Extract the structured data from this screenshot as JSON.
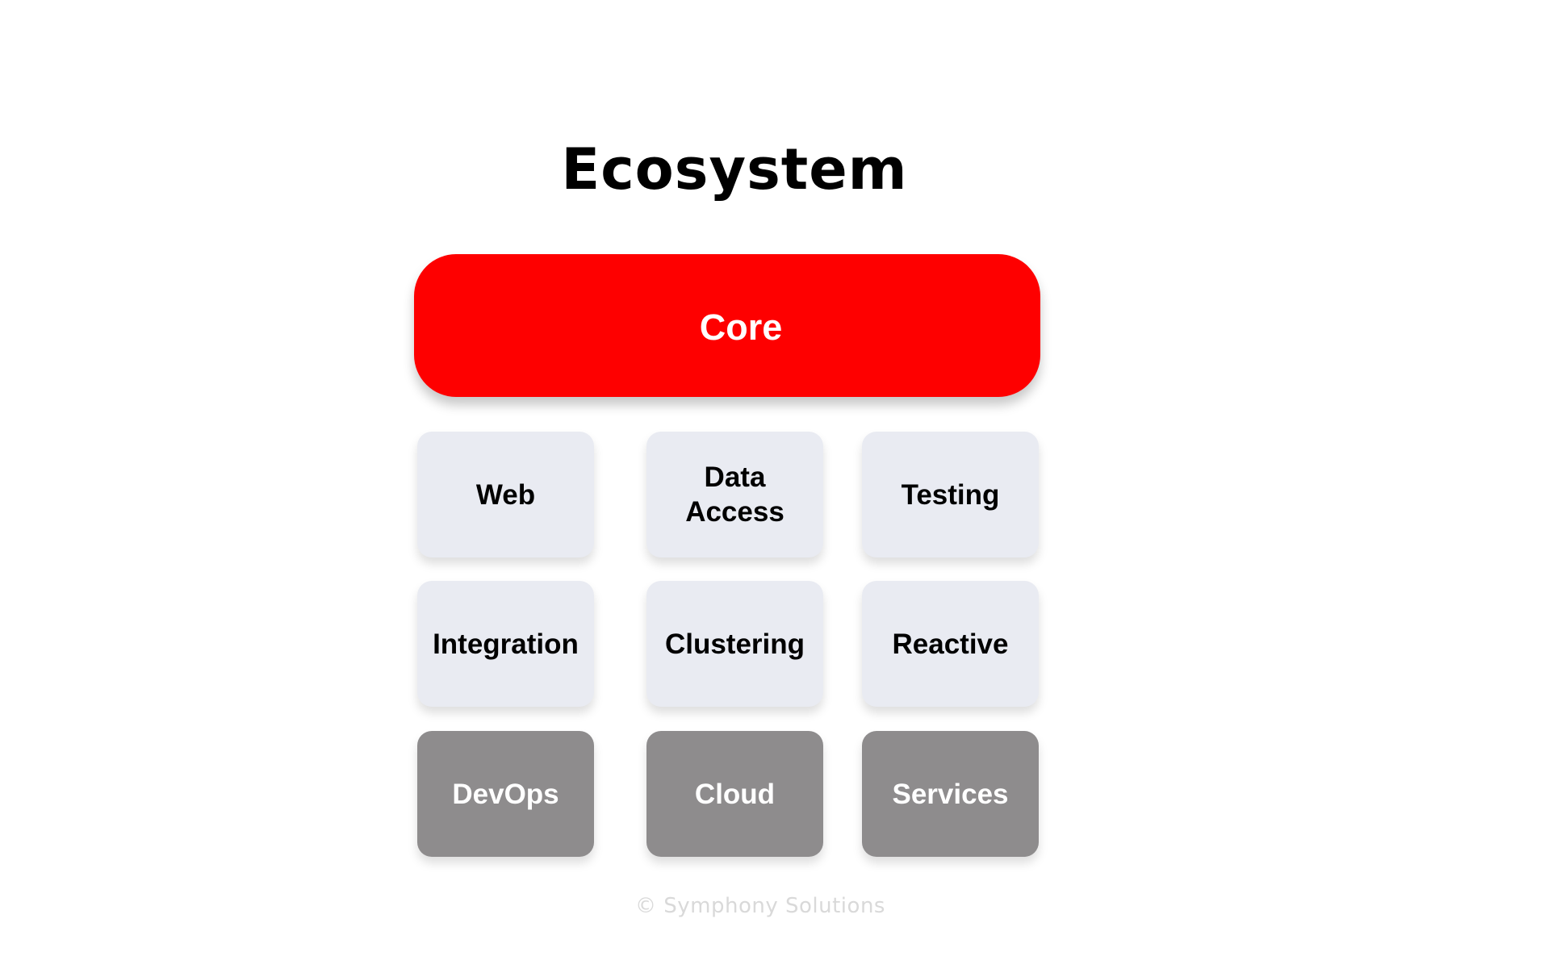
{
  "title": "Ecosystem",
  "colors": {
    "core": "#fe0000",
    "tile_light": "#e9ebf2",
    "tile_dark": "#8e8c8d",
    "footer": "#d9d9d9"
  },
  "core": {
    "label": "Core"
  },
  "tiles": [
    {
      "label": "Web",
      "style": "light"
    },
    {
      "label": "Data\nAccess",
      "style": "light"
    },
    {
      "label": "Testing",
      "style": "light"
    },
    {
      "label": "Integration",
      "style": "light"
    },
    {
      "label": "Clustering",
      "style": "light"
    },
    {
      "label": "Reactive",
      "style": "light"
    },
    {
      "label": "DevOps",
      "style": "dark"
    },
    {
      "label": "Cloud",
      "style": "dark"
    },
    {
      "label": "Services",
      "style": "dark"
    }
  ],
  "footer": {
    "text": "© Symphony Solutions"
  }
}
